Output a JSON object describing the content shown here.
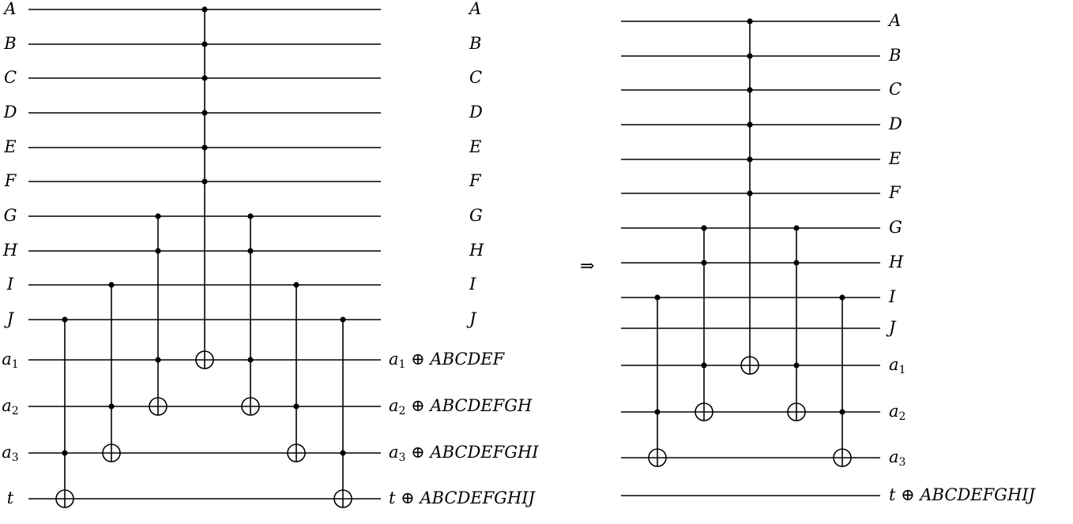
{
  "implies_symbol": "⇒",
  "circuits": [
    {
      "name": "left-circuit",
      "wires": [
        {
          "input": "A",
          "output": "A"
        },
        {
          "input": "B",
          "output": "B"
        },
        {
          "input": "C",
          "output": "C"
        },
        {
          "input": "D",
          "output": "D"
        },
        {
          "input": "E",
          "output": "E"
        },
        {
          "input": "F",
          "output": "F"
        },
        {
          "input": "G",
          "output": "G"
        },
        {
          "input": "H",
          "output": "H"
        },
        {
          "input": "I",
          "output": "I"
        },
        {
          "input": "J",
          "output": "J"
        },
        {
          "input": "a1",
          "output": "a1 ⊕ ABCDEF"
        },
        {
          "input": "a2",
          "output": "a2 ⊕ ABCDEFGH"
        },
        {
          "input": "a3",
          "output": "a3 ⊕ ABCDEFGHI"
        },
        {
          "input": "t",
          "output": "t ⊕ ABCDEFGHIJ"
        }
      ],
      "gates": [
        {
          "controls": [
            "J",
            "a3"
          ],
          "target": "t"
        },
        {
          "controls": [
            "I",
            "a2"
          ],
          "target": "a3"
        },
        {
          "controls": [
            "G",
            "H",
            "a1"
          ],
          "target": "a2"
        },
        {
          "controls": [
            "A",
            "B",
            "C",
            "D",
            "E",
            "F"
          ],
          "target": "a1"
        },
        {
          "controls": [
            "G",
            "H",
            "a1"
          ],
          "target": "a2"
        },
        {
          "controls": [
            "I",
            "a2"
          ],
          "target": "a3"
        },
        {
          "controls": [
            "J",
            "a3"
          ],
          "target": "t"
        }
      ]
    },
    {
      "name": "right-circuit",
      "wires": [
        {
          "input": "",
          "output": "A"
        },
        {
          "input": "",
          "output": "B"
        },
        {
          "input": "",
          "output": "C"
        },
        {
          "input": "",
          "output": "D"
        },
        {
          "input": "",
          "output": "E"
        },
        {
          "input": "",
          "output": "F"
        },
        {
          "input": "",
          "output": "G"
        },
        {
          "input": "",
          "output": "H"
        },
        {
          "input": "",
          "output": "I"
        },
        {
          "input": "",
          "output": "J"
        },
        {
          "input": "",
          "output": "a1"
        },
        {
          "input": "",
          "output": "a2"
        },
        {
          "input": "",
          "output": "a3"
        },
        {
          "input": "",
          "output": "t ⊕ ABCDEFGHIJ"
        }
      ],
      "gates": [
        {
          "controls": [
            "I",
            "a2"
          ],
          "target": "a3"
        },
        {
          "controls": [
            "G",
            "H",
            "a1"
          ],
          "target": "a2"
        },
        {
          "controls": [
            "A",
            "B",
            "C",
            "D",
            "E",
            "F"
          ],
          "target": "a1"
        },
        {
          "controls": [
            "G",
            "H",
            "a1"
          ],
          "target": "a2"
        },
        {
          "controls": [
            "I",
            "a2"
          ],
          "target": "a3"
        }
      ]
    }
  ]
}
